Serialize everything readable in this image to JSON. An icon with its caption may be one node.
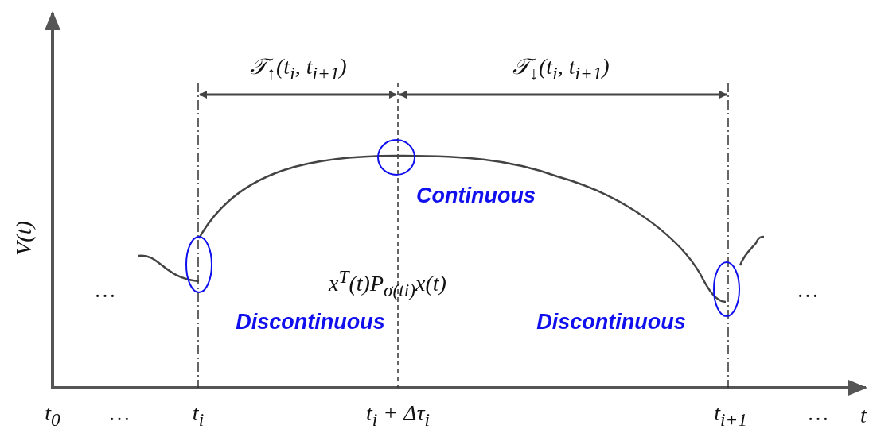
{
  "diagram": {
    "labels": [
      "𝒯$_{↑}$(t$_{i}$, t$_{i+1}$)",
      "𝒯$_{↓}$(t$_{i}$, t$_{i+1}$)",
      "V(t)",
      "Continuous",
      "…",
      "x$^{T}$(t)P$_{σ(ti)}$x(t)",
      "…",
      "Discontinuous",
      "Discontinuous",
      "t$_{0}$",
      "…",
      "t$_{i}$",
      "t$_{i}$ + Δτ$_{i}$",
      "t$_{i+1}$",
      "…",
      "t"
    ]
  }
}
